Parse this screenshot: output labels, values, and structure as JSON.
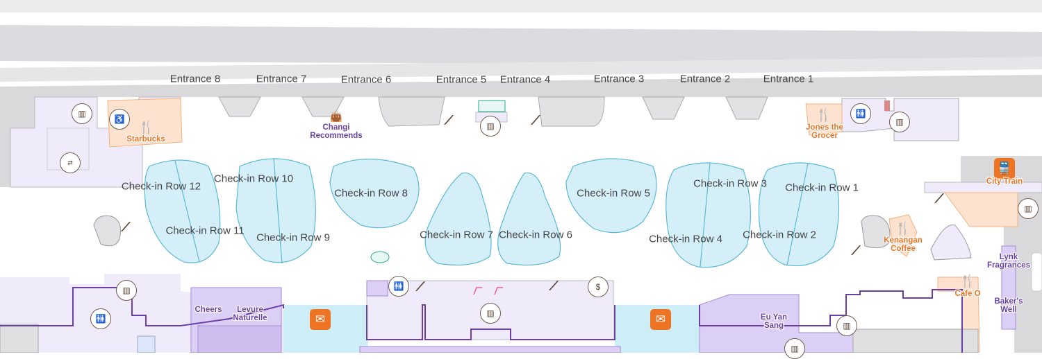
{
  "entrances": [
    "Entrance 8",
    "Entrance 7",
    "Entrance 6",
    "Entrance 5",
    "Entrance 4",
    "Entrance 3",
    "Entrance 2",
    "Entrance 1"
  ],
  "checkin_rows": {
    "row12": "Check-in Row 12",
    "row11": "Check-in Row 11",
    "row10": "Check-in Row 10",
    "row9": "Check-in Row 9",
    "row8": "Check-in Row 8",
    "row7": "Check-in Row 7",
    "row6": "Check-in Row 6",
    "row5": "Check-in Row 5",
    "row4": "Check-in Row 4",
    "row3": "Check-in Row 3",
    "row2": "Check-in Row 2",
    "row1": "Check-in Row 1"
  },
  "dining": {
    "starbucks": "Starbucks",
    "jones": "Jones the Grocer",
    "kenangan": "Kenangan Coffee",
    "cafe_o": "Cafe O"
  },
  "shops": {
    "changi": "Changi Recommends",
    "lynk": "Lynk Fragrances",
    "bakers": "Baker's Well",
    "cheers": "Cheers",
    "levure": "Levure Naturelle",
    "eu_yan_sang": "Eu Yan Sang"
  },
  "transport": {
    "city_train": "City Train"
  },
  "colors": {
    "checkin": "#d5eff9",
    "dining": "#ee7424",
    "shop": "#6b43a8",
    "zone": "#efebfb",
    "wall": "#d9d9dc"
  }
}
